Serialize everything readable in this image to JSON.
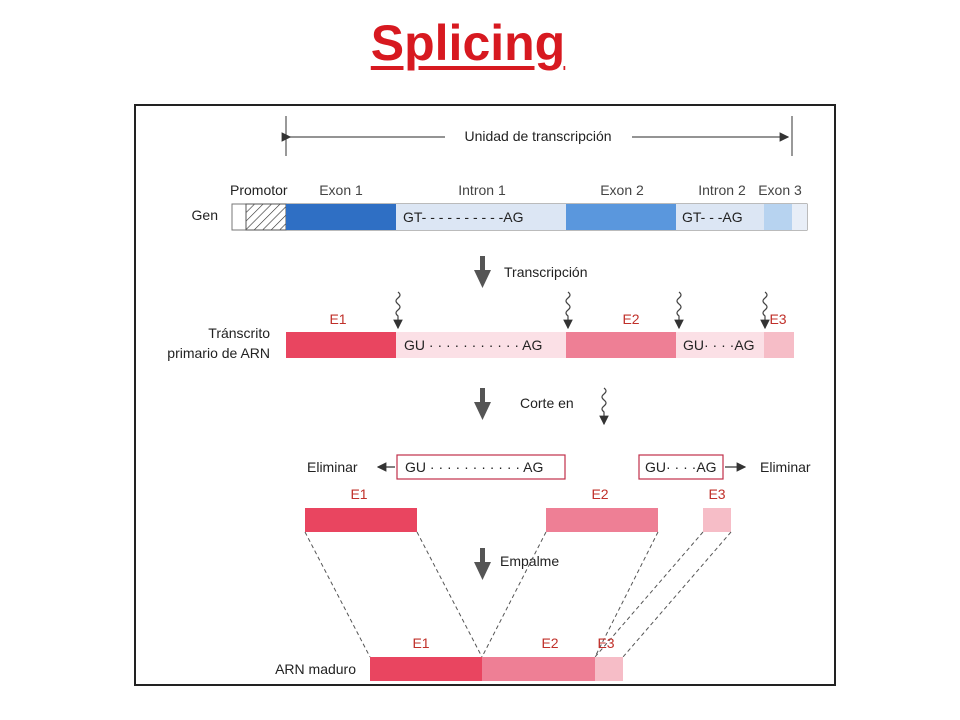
{
  "title": "Splicing",
  "labels": {
    "unit": "Unidad de transcripción",
    "promotor": "Promotor",
    "exon1": "Exon 1",
    "intron1": "Intron 1",
    "exon2": "Exon 2",
    "intron2": "Intron 2",
    "exon3": "Exon 3",
    "gen": "Gen",
    "gene_intron1_seq": "GT- - - - - - - - - -AG",
    "gene_intron2_seq": "GT- - -AG",
    "transcripcion": "Transcripción",
    "primary_line1": "Tránscrito",
    "primary_line2": "primario de ARN",
    "e1": "E1",
    "e2": "E2",
    "e3": "E3",
    "rna_intron1_seq": "GU · · · · · · · · · · · AG",
    "rna_intron2_seq": "GU· · · ·AG",
    "corte": "Corte en",
    "eliminar_left": "Eliminar",
    "eliminar_right": "Eliminar",
    "removed1_seq": "GU · · · · · · · · · · · AG",
    "removed2_seq": "GU· · · ·AG",
    "empalme": "Empalme",
    "mature": "ARN maduro"
  },
  "colors": {
    "title": "#d71920",
    "exon_dark_blue": "#2f6fc4",
    "exon_mid_blue": "#5a97dd",
    "intron_light_blue": "#dce6f4",
    "exon3_blue": "#b7d3f0",
    "e1_red": "#e94560",
    "e2_pink": "#ee7f95",
    "e3_pink": "#f6bdc7",
    "intron_pink": "#fbe0e6"
  }
}
